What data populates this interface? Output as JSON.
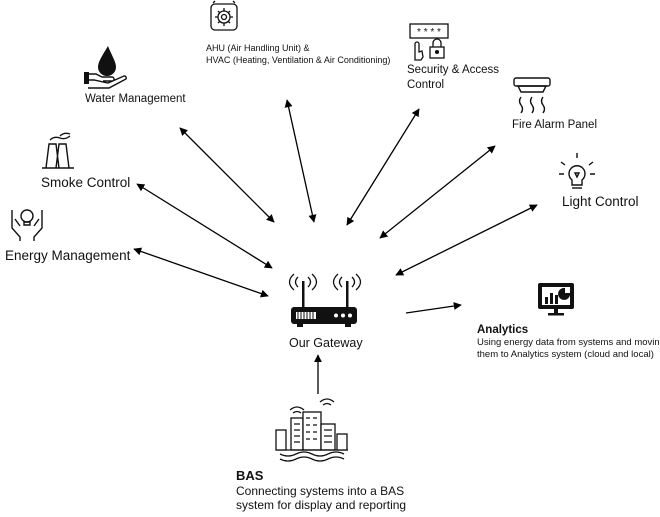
{
  "nodes": {
    "ahu_hvac": {
      "line1": "AHU (Air Handling Unit) &",
      "line2": "HVAC (Heating, Ventilation & Air Conditioning)",
      "icon": "hvac-gear-icon"
    },
    "security": {
      "line1": "Security & Access",
      "line2": "Control",
      "icon": "keypad-lock-icon"
    },
    "water": {
      "label": "Water Management",
      "icon": "water-drop-hand-icon"
    },
    "fire_alarm": {
      "label": "Fire Alarm Panel",
      "icon": "smoke-detector-icon"
    },
    "smoke": {
      "label": "Smoke Control",
      "icon": "smoke-stacks-icon"
    },
    "light": {
      "label": "Light Control",
      "icon": "light-bulb-icon"
    },
    "energy": {
      "label": "Energy Management",
      "icon": "energy-bulb-hands-icon"
    },
    "gateway": {
      "label": "Our Gateway",
      "icon": "router-icon"
    },
    "analytics": {
      "title": "Analytics",
      "desc1": "Using energy data from systems and moving",
      "desc2": "them to Analytics system (cloud and local)",
      "icon": "analytics-monitor-icon"
    },
    "bas": {
      "title": "BAS",
      "desc1": "Connecting systems into a BAS",
      "desc2": "system for display and reporting",
      "icon": "smart-buildings-icon"
    }
  }
}
